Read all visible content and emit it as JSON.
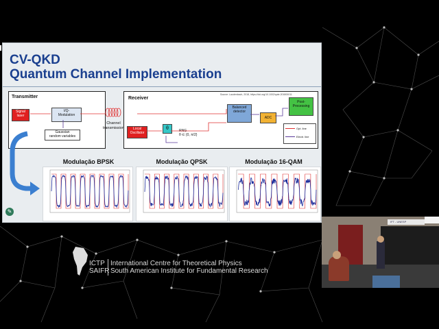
{
  "slide": {
    "title_line1": "CV-QKD",
    "title_line2": "Quantum Channel Implementation",
    "source": "Source: Laudenbach, 2018, https://doi.org/10.1002/qute.201800011",
    "transmitter": {
      "label": "Transmitter",
      "signal_laser": "Signal\nlaser",
      "iq_modulation": "I/Q-\nModulation",
      "gaussian": "Gaussian\nrandom variables"
    },
    "channel_label": "Channel\ntransmission",
    "receiver": {
      "label": "Receiver",
      "local_oscillator": "Local\nOscillator",
      "theta": "θ",
      "rng": "RNG\nθ ∈ {0, π/2}",
      "balanced_detector": "Balanced\ndetector",
      "adc": "ADC",
      "post_processing": "Post-\nProcessing",
      "legend_opt": "Opt. line",
      "legend_elec": "Electr. line"
    },
    "colors": {
      "title": "#1a3f8f",
      "signal_laser": "#e02020",
      "local_oscillator": "#e02020",
      "detector": "#7fa7d8",
      "theta": "#35c8c8",
      "adc": "#f2b233",
      "post": "#44c244",
      "opt_line": "#e03030",
      "elec_line": "#5a3a9a",
      "arrow": "#3b7fd0"
    },
    "charts": [
      {
        "title": "Modulação BPSK"
      },
      {
        "title": "Modulação QPSK"
      },
      {
        "title": "Modulação 16-QAM"
      }
    ]
  },
  "edit_icon": "pencil-icon",
  "logo": {
    "line1": "ICTP",
    "line2": "SAIFR",
    "org_line1": "International Centre for Theoretical Physics",
    "org_line2": "South American Institute for Fundamental Research"
  },
  "camera_feed": {
    "sign": "IFT - UNESP"
  }
}
